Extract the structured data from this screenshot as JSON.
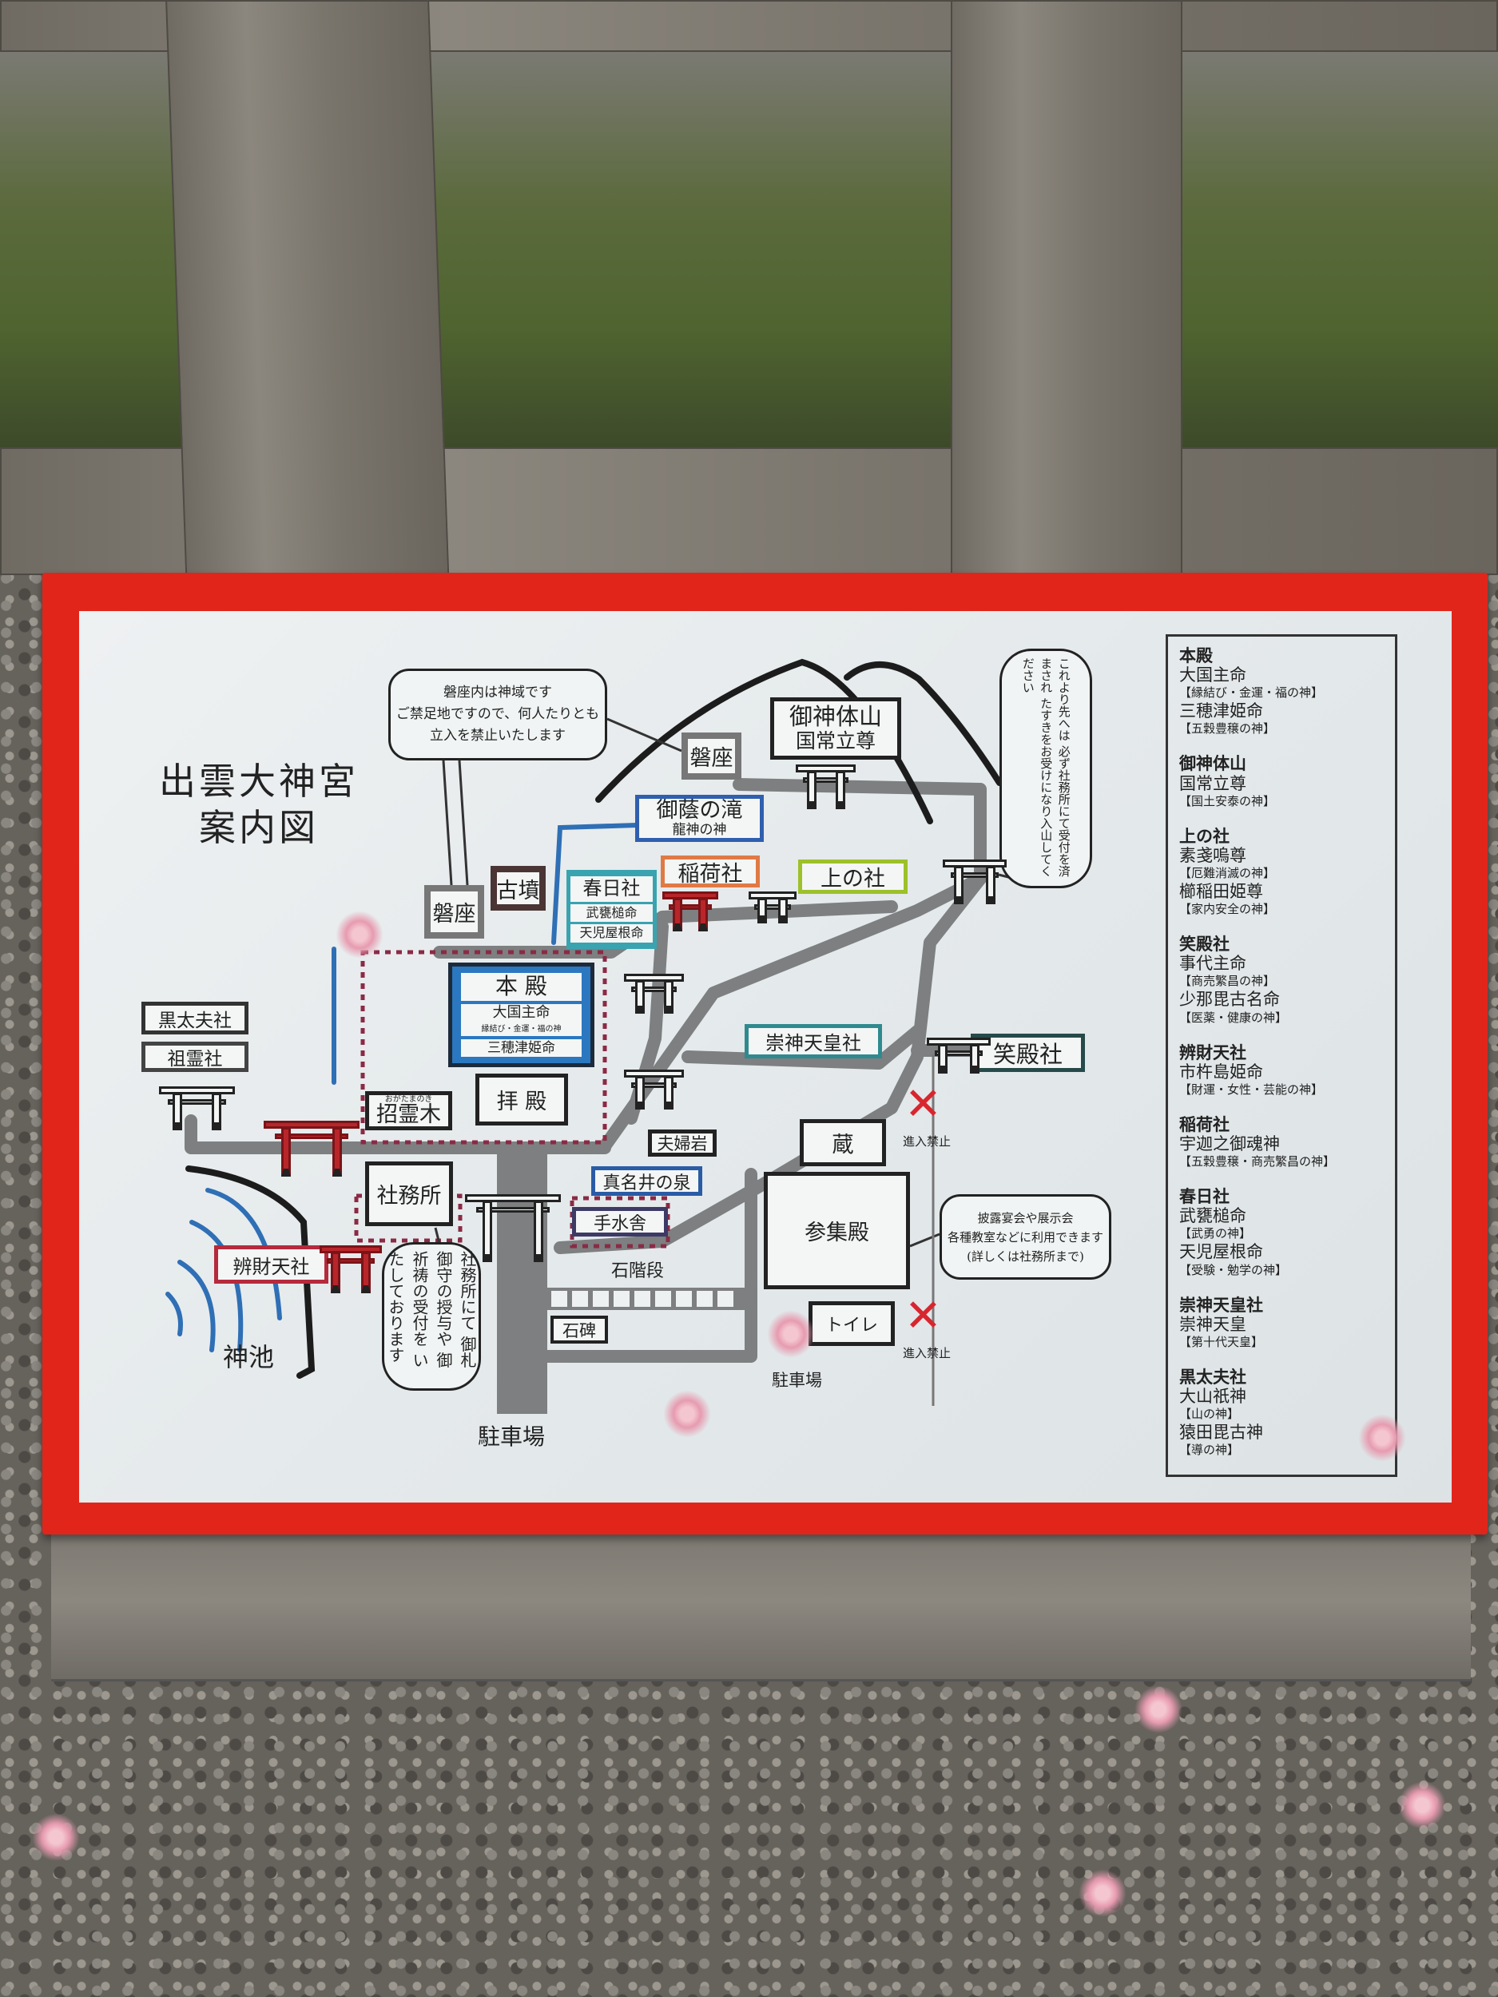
{
  "title": {
    "line1": "出雲大神宮",
    "line2": "案内図"
  },
  "notices": {
    "iwakura": [
      "磐座内は神域です",
      "ご禁足地ですので、何人たりとも",
      "立入を禁止いたします"
    ],
    "mountain": "これより先へは 必ず社務所にて受付を済まされ たすきをお受けになり入山してください",
    "shamusho": "社務所にて 御札御守の授与や 御祈祷の受付を いたしております",
    "sanshuden": [
      "披露宴会や展示会",
      "各種教室などに利用できます",
      "(詳しくは社務所まで)"
    ]
  },
  "places": {
    "goshintaisan": "御神体山",
    "kunitokotachi": "国常立尊",
    "iwakura_top": "磐座",
    "iwakura_left": "磐座",
    "okage_falls": "御蔭の滝",
    "ryujin": "龍神の神",
    "kofun": "古墳",
    "kasuga": "春日社",
    "kasuga_d1": "武甕槌命",
    "kasuga_d2": "天児屋根命",
    "inari": "稲荷社",
    "kaminoyashiro": "上の社",
    "honden": "本 殿",
    "honden_d1": "大国主命",
    "honden_d1_virtue": "縁結び・金運・福の神",
    "honden_d2": "三穂津姫命",
    "haiden": "拝 殿",
    "ogatama_ruby": "おがたまのき",
    "ogatama": "招霊木",
    "kurodayu": "黒太夫社",
    "sorei": "祖霊社",
    "sujin": "崇神天皇社",
    "warau": "笑殿社",
    "meoto": "夫婦岩",
    "manai": "真名井の泉",
    "shamusho": "社務所",
    "temizuya": "手水舎",
    "kura": "蔵",
    "sanshuden": "参集殿",
    "toilet": "トイレ",
    "benzaiten": "辨財天社",
    "shinchi": "神池",
    "parking_main": "駐車場",
    "parking_side": "駐車場",
    "stairs": "石階段",
    "sekihi": "石碑",
    "no_entry_1": "進入禁止",
    "no_entry_2": "進入禁止"
  },
  "legend": [
    {
      "name": "本殿",
      "deities": [
        {
          "name": "大国主命",
          "virtue": "【縁結び・金運・福の神】"
        },
        {
          "name": "三穂津姫命",
          "virtue": "【五穀豊穣の神】"
        }
      ]
    },
    {
      "name": "御神体山",
      "deities": [
        {
          "name": "国常立尊",
          "virtue": "【国土安泰の神】"
        }
      ]
    },
    {
      "name": "上の社",
      "deities": [
        {
          "name": "素戔嗚尊",
          "virtue": "【厄難消滅の神】"
        },
        {
          "name": "櫛稲田姫尊",
          "virtue": "【家内安全の神】"
        }
      ]
    },
    {
      "name": "笑殿社",
      "deities": [
        {
          "name": "事代主命",
          "virtue": "【商売繁昌の神】"
        },
        {
          "name": "少那毘古名命",
          "virtue": "【医薬・健康の神】"
        }
      ]
    },
    {
      "name": "辨財天社",
      "deities": [
        {
          "name": "市杵島姫命",
          "virtue": "【財運・女性・芸能の神】"
        }
      ]
    },
    {
      "name": "稲荷社",
      "deities": [
        {
          "name": "宇迦之御魂神",
          "virtue": "【五穀豊穣・商売繁昌の神】"
        }
      ]
    },
    {
      "name": "春日社",
      "deities": [
        {
          "name": "武甕槌命",
          "virtue": "【武勇の神】"
        },
        {
          "name": "天児屋根命",
          "virtue": "【受験・勉学の神】"
        }
      ]
    },
    {
      "name": "崇神天皇社",
      "deities": [
        {
          "name": "崇神天皇",
          "virtue": "【第十代天皇】"
        }
      ]
    },
    {
      "name": "黒太夫社",
      "deities": [
        {
          "name": "大山祇神",
          "virtue": "【山の神】"
        },
        {
          "name": "猿田毘古神",
          "virtue": "【導の神】"
        }
      ]
    }
  ],
  "colors": {
    "frame": "#e1251b",
    "road": "#7d7f80",
    "honden": "#2b78c0",
    "teal": "#2f8a8f",
    "orange": "#e07a45",
    "lime": "#9dc12a",
    "torii_red": "#b8262a",
    "no_entry": "#d8262f"
  }
}
